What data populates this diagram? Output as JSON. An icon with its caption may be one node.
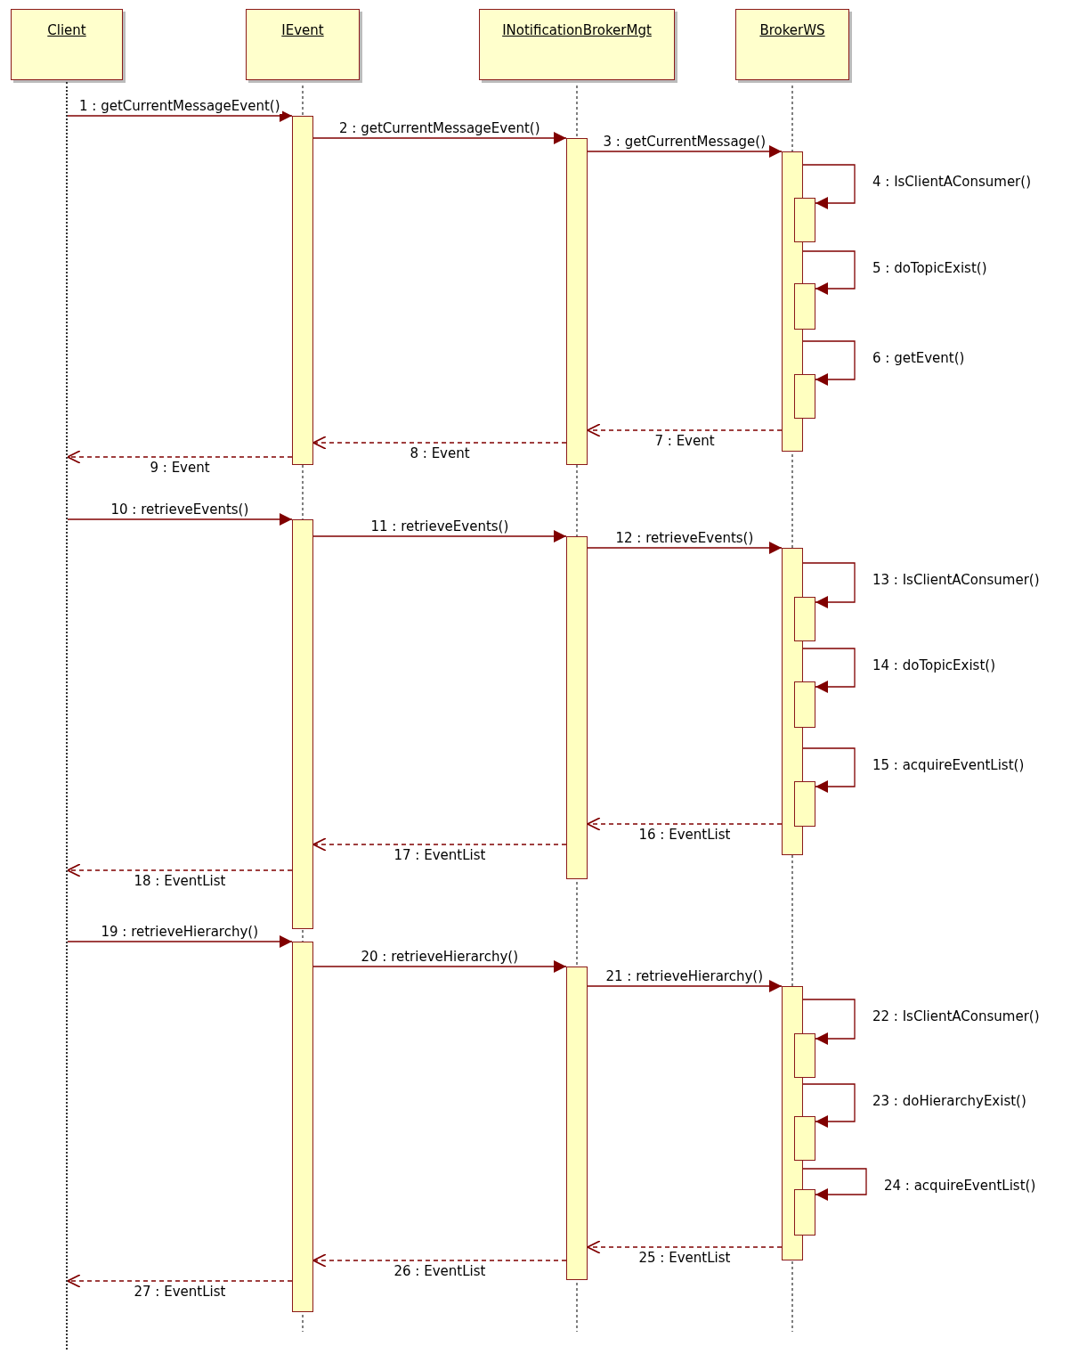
{
  "diagram": {
    "nodes": [
      {
        "text": [
          "Client"
        ]
      },
      {
        "text": [
          "IEvent"
        ]
      },
      {
        "text": [
          "INotificationBrokerMgt"
        ]
      },
      {
        "text": [
          "BrokerWS"
        ]
      },
      {
        "text": [],
        "shape": "bar"
      },
      {
        "text": [],
        "shape": "bar"
      },
      {
        "text": [],
        "shape": "bar"
      },
      {
        "text": [],
        "shape": "bar"
      },
      {
        "text": [],
        "shape": "bar"
      },
      {
        "text": [],
        "shape": "bar"
      },
      {
        "text": [],
        "shape": "bar"
      },
      {
        "text": [],
        "shape": "bar"
      },
      {
        "text": [],
        "shape": "bar"
      },
      {
        "text": [],
        "shape": "bar"
      },
      {
        "text": [],
        "shape": "bar"
      },
      {
        "text": [],
        "shape": "bar"
      },
      {
        "text": [],
        "shape": "bar"
      },
      {
        "text": [],
        "shape": "bar"
      },
      {
        "text": [],
        "shape": "bar"
      },
      {
        "text": [],
        "shape": "bar"
      },
      {
        "text": [],
        "shape": "bar"
      },
      {
        "text": [],
        "shape": "bar"
      },
      {
        "text": [],
        "shape": "line"
      }
    ],
    "edges": [
      {
        "from": 22,
        "to": 4,
        "arrow": "to",
        "label": "1 : getCurrentMessageEvent()"
      },
      {
        "from": 4,
        "to": 5,
        "arrow": "to",
        "label": "2 : getCurrentMessageEvent()"
      },
      {
        "from": 5,
        "to": 6,
        "arrow": "to",
        "label": "3 : getCurrentMessage()"
      },
      {
        "from": 6,
        "to": 7,
        "arrow": "to",
        "label": "4 : IsClientAConsumer()"
      },
      {
        "from": 6,
        "to": 8,
        "arrow": "to",
        "label": "5 : doTopicExist()"
      },
      {
        "from": 6,
        "to": 9,
        "arrow": "to",
        "label": "6 : getEvent()"
      },
      {
        "from": 6,
        "to": 5,
        "arrow": "to",
        "style": "dashed",
        "label": "7 : Event"
      },
      {
        "from": 5,
        "to": 4,
        "arrow": "to",
        "style": "dashed",
        "label": "8 : Event"
      },
      {
        "from": 4,
        "to": 22,
        "arrow": "to",
        "style": "dashed",
        "label": "9 : Event"
      },
      {
        "from": 22,
        "to": 10,
        "arrow": "to",
        "label": "10 : retrieveEvents()"
      },
      {
        "from": 10,
        "to": 11,
        "arrow": "to",
        "label": "11 : retrieveEvents()"
      },
      {
        "from": 11,
        "to": 12,
        "arrow": "to",
        "label": "12 : retrieveEvents()"
      },
      {
        "from": 12,
        "to": 13,
        "arrow": "to",
        "label": "13 : IsClientAConsumer()"
      },
      {
        "from": 12,
        "to": 14,
        "arrow": "to",
        "label": "14 : doTopicExist()"
      },
      {
        "from": 12,
        "to": 15,
        "arrow": "to",
        "label": "15 : acquireEventList()"
      },
      {
        "from": 12,
        "to": 11,
        "arrow": "to",
        "style": "dashed",
        "label": "16 : EventList"
      },
      {
        "from": 11,
        "to": 10,
        "arrow": "to",
        "style": "dashed",
        "label": "17 : EventList"
      },
      {
        "from": 10,
        "to": 22,
        "arrow": "to",
        "style": "dashed",
        "label": "18 : EventList"
      },
      {
        "from": 22,
        "to": 16,
        "arrow": "to",
        "label": "19 : retrieveHierarchy()"
      },
      {
        "from": 16,
        "to": 17,
        "arrow": "to",
        "label": "20 : retrieveHierarchy()"
      },
      {
        "from": 17,
        "to": 18,
        "arrow": "to",
        "label": "21 : retrieveHierarchy()"
      },
      {
        "from": 18,
        "to": 19,
        "arrow": "to",
        "label": "22 : IsClientAConsumer()"
      },
      {
        "from": 18,
        "to": 20,
        "arrow": "to",
        "label": "23 : doHierarchyExist()"
      },
      {
        "from": 18,
        "to": 21,
        "arrow": "to",
        "label": "24 : acquireEventList()"
      },
      {
        "from": 18,
        "to": 17,
        "arrow": "to",
        "style": "dashed",
        "label": "25 : EventList"
      },
      {
        "from": 17,
        "to": 16,
        "arrow": "to",
        "style": "dashed",
        "label": "26 : EventList"
      },
      {
        "from": 16,
        "to": 22,
        "arrow": "to",
        "style": "dashed",
        "label": "27 : EventList"
      }
    ]
  }
}
